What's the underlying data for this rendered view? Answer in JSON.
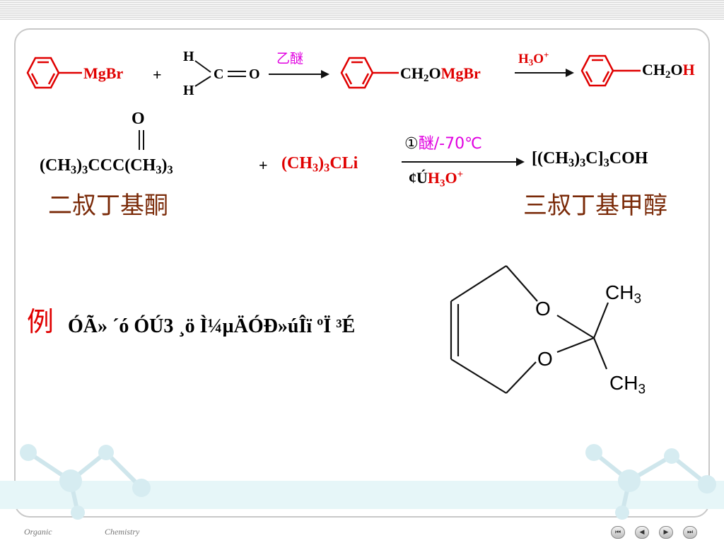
{
  "reaction1": {
    "grignard": "MgBr",
    "plus": "+",
    "aldehyde_h_top": "H",
    "aldehyde_c": "C",
    "aldehyde_o": "O",
    "aldehyde_h_bottom": "H",
    "condition": "乙醚",
    "intermediate_a": "CH",
    "intermediate_sub": "2",
    "intermediate_o": "O",
    "intermediate_b": "MgBr",
    "reagent_a": "H",
    "reagent_sub": "3",
    "reagent_o": "O",
    "reagent_sup": "+",
    "product_a": "CH",
    "product_sub": "2",
    "product_o": "O",
    "product_h": "H"
  },
  "reaction2": {
    "carbonyl_o": "O",
    "ketone_p1": "(CH",
    "ketone_s1": "3",
    "ketone_p2": ")",
    "ketone_s2": "3",
    "ketone_p3": "CCC(CH",
    "ketone_s3": "3",
    "ketone_p4": ")",
    "ketone_s4": "3",
    "plus": "+",
    "lithium_p1": "(CH",
    "lithium_s1": "3",
    "lithium_p2": ")",
    "lithium_s2": "3",
    "lithium_p3": "CLi",
    "step1_marker": "①",
    "step1_text": "醚/-70℃",
    "step2_marker": "¢Ú",
    "step2_h": "H",
    "step2_sub": "3",
    "step2_o": "O",
    "step2_sup": "+",
    "product_p1": "[(CH",
    "product_s1": "3",
    "product_p2": ")",
    "product_s2": "3",
    "product_p3": "C]",
    "product_s3": "3",
    "product_p4": "COH",
    "ketone_name": "二叔丁基酮",
    "product_name": "三叔丁基甲醇"
  },
  "example": {
    "label": "例",
    "garbled_text": "ÓÃ» ´ó ÓÚ3 ¸ö Ì¼µÄÓÐ»úÎï ºÏ ³É"
  },
  "structure": {
    "o_upper": "O",
    "o_lower": "O",
    "ch3_top_c": "CH",
    "ch3_top_sub": "3",
    "ch3_bottom_c": "CH",
    "ch3_bottom_sub": "3"
  },
  "footer": {
    "left": "Organic",
    "right": "Chemistry",
    "nav": [
      "⏮",
      "◀",
      "▶",
      "⏭"
    ]
  },
  "colors": {
    "red": "#e00000",
    "magenta": "#e000e0",
    "brown": "#7a2a08"
  }
}
